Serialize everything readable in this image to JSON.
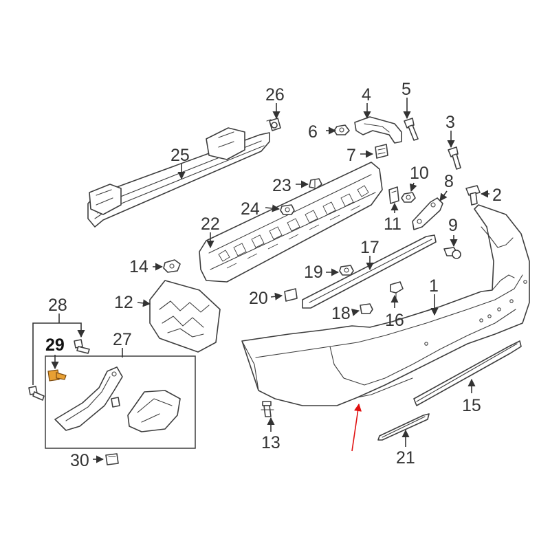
{
  "labels": {
    "p1": "1",
    "p2": "2",
    "p3": "3",
    "p4": "4",
    "p5": "5",
    "p6": "6",
    "p7": "7",
    "p8": "8",
    "p9": "9",
    "p10": "10",
    "p11": "11",
    "p12": "12",
    "p13": "13",
    "p14": "14",
    "p15": "15",
    "p16": "16",
    "p17": "17",
    "p18": "18",
    "p19": "19",
    "p20": "20",
    "p21": "21",
    "p22": "22",
    "p23": "23",
    "p24": "24",
    "p25": "25",
    "p26": "26",
    "p27": "27",
    "p28": "28",
    "p29": "29",
    "p30": "30"
  },
  "colors": {
    "line": "#3d3d3d",
    "highlight_part": "#e8a033",
    "pointer": "#e01010"
  },
  "highlighted_part": "29"
}
